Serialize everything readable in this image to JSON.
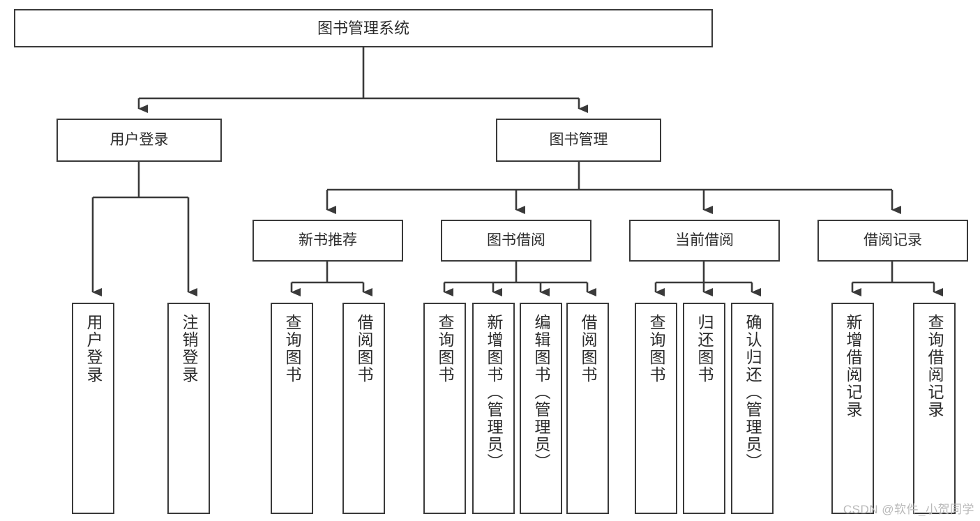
{
  "diagram": {
    "title": "图书管理系统",
    "type": "tree",
    "levels": {
      "root": {
        "label": "图书管理系统"
      },
      "level2": [
        {
          "label": "用户登录"
        },
        {
          "label": "图书管理"
        }
      ],
      "level3": [
        {
          "label": "新书推荐"
        },
        {
          "label": "图书借阅"
        },
        {
          "label": "当前借阅"
        },
        {
          "label": "借阅记录"
        }
      ]
    },
    "groups": [
      {
        "parent": "用户登录",
        "leaves": [
          {
            "label": "用户登录"
          },
          {
            "label": "注销登录"
          }
        ]
      },
      {
        "parent": "新书推荐",
        "leaves": [
          {
            "label": "查询图书"
          },
          {
            "label": "借阅图书"
          }
        ]
      },
      {
        "parent": "图书借阅",
        "leaves": [
          {
            "label": "查询图书"
          },
          {
            "label": "新增图书（管理员）"
          },
          {
            "label": "编辑图书（管理员）"
          },
          {
            "label": "借阅图书"
          }
        ]
      },
      {
        "parent": "当前借阅",
        "leaves": [
          {
            "label": "查询图书"
          },
          {
            "label": "归还图书"
          },
          {
            "label": "确认归还（管理员）"
          }
        ]
      },
      {
        "parent": "借阅记录",
        "leaves": [
          {
            "label": "新增借阅记录"
          },
          {
            "label": "查询借阅记录"
          }
        ]
      }
    ]
  },
  "colors": {
    "stroke": "#3a3a3a",
    "text": "#2b2b2b",
    "background": "#ffffff",
    "watermark": "#b9b9b9"
  },
  "watermark": {
    "text": "CSDN @软件_小贺同学"
  }
}
